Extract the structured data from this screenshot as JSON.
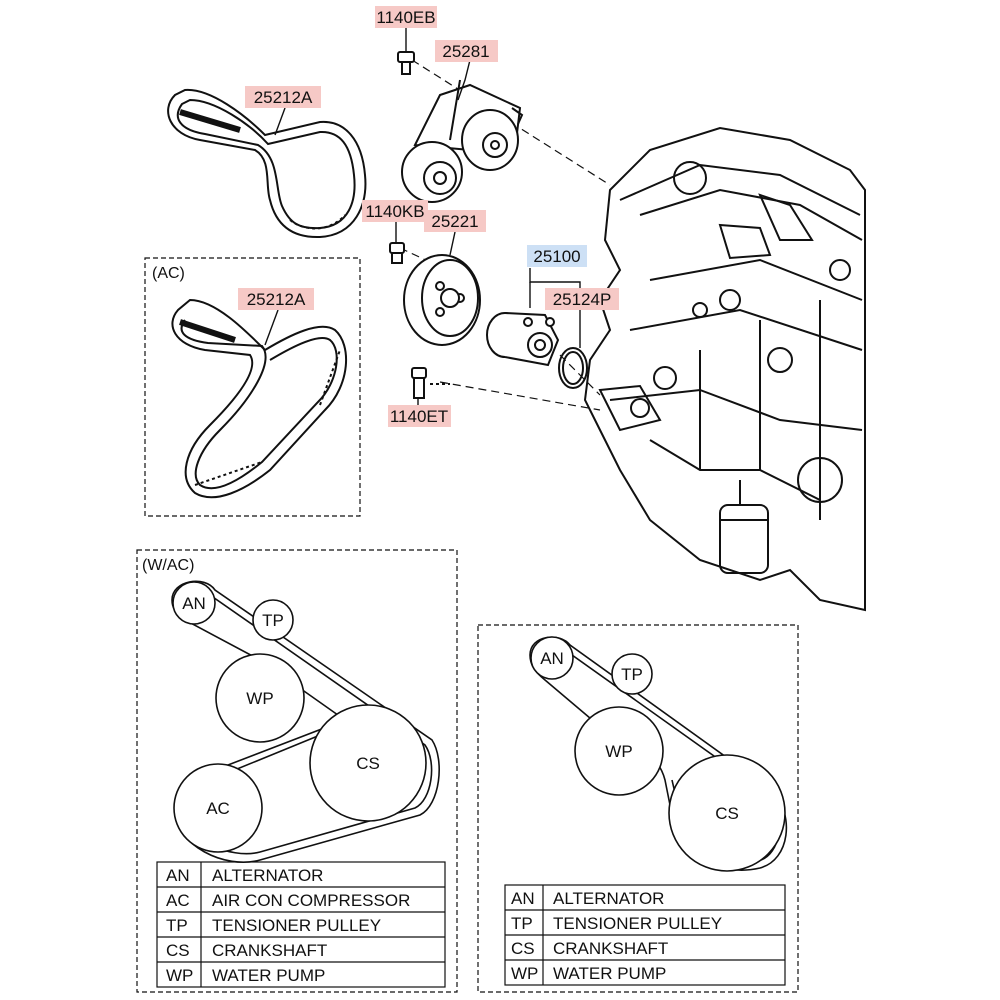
{
  "colors": {
    "part_highlight": "#f6c9c6",
    "assembly_highlight": "#cde0f5",
    "line": "#111111"
  },
  "parts": {
    "bolt_tensioner": "1140EB",
    "tensioner": "25281",
    "belt": "25212A",
    "belt_ac": "25212A",
    "bolt_pulley": "1140KB",
    "pulley": "25221",
    "water_pump_assy": "25100",
    "gasket": "25124P",
    "bolt_pump": "1140ET"
  },
  "sections": {
    "ac_belt": "(AC)",
    "wac_routing": "(W/AC)"
  },
  "pulleys": {
    "an": "AN",
    "tp": "TP",
    "wp": "WP",
    "cs": "CS",
    "ac": "AC"
  },
  "legend_wac": [
    {
      "code": "AN",
      "name": "ALTERNATOR"
    },
    {
      "code": "AC",
      "name": "AIR CON COMPRESSOR"
    },
    {
      "code": "TP",
      "name": "TENSIONER PULLEY"
    },
    {
      "code": "CS",
      "name": "CRANKSHAFT"
    },
    {
      "code": "WP",
      "name": "WATER PUMP"
    }
  ],
  "legend_noac": [
    {
      "code": "AN",
      "name": "ALTERNATOR"
    },
    {
      "code": "TP",
      "name": "TENSIONER PULLEY"
    },
    {
      "code": "CS",
      "name": "CRANKSHAFT"
    },
    {
      "code": "WP",
      "name": "WATER PUMP"
    }
  ]
}
